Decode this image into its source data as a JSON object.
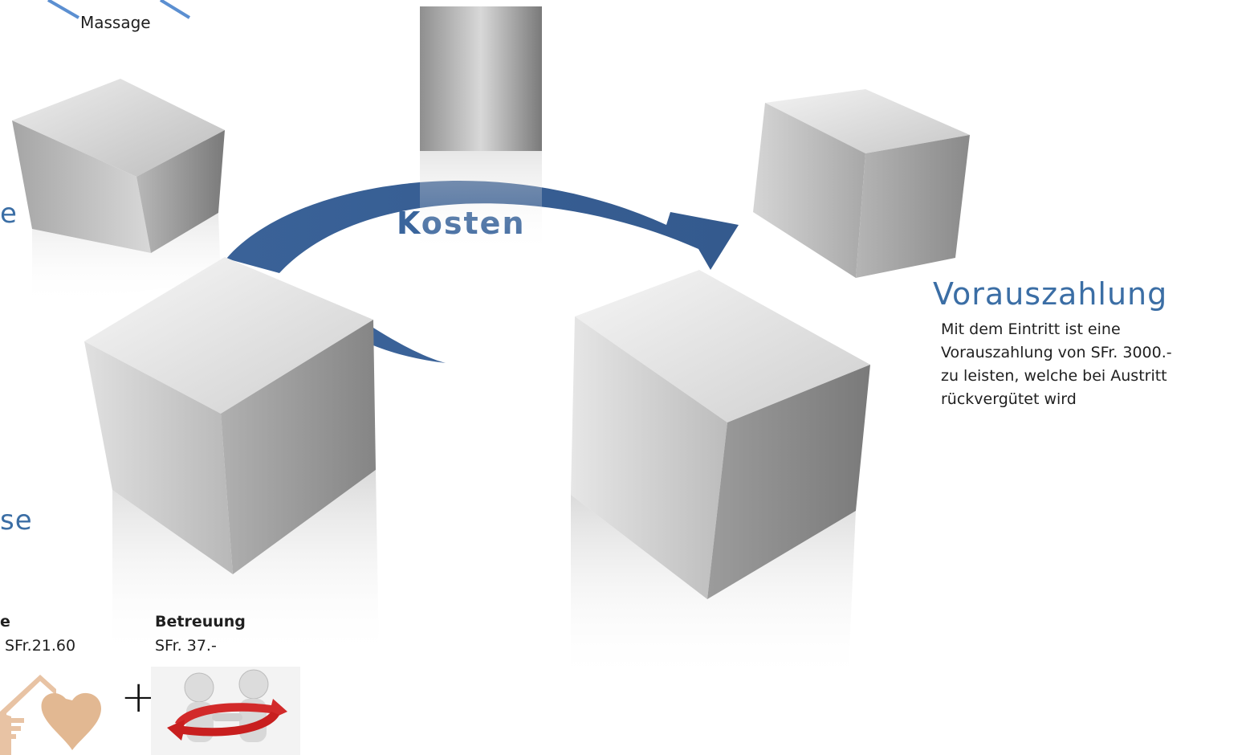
{
  "diagram": {
    "center_label": "Kosten",
    "top_left_label": "Massage",
    "right_title": "Vorauszahlung",
    "right_text": [
      "Mit dem Eintritt ist eine",
      "Vorauszahlung von SFr. 3000.-",
      "zu leisten, welche bei Austritt",
      "rückvergütet wird"
    ],
    "partial_titles": [
      "e",
      "se"
    ],
    "left_item": {
      "title": "e",
      "price": "SFr.21.60"
    },
    "betreuung": {
      "title": "Betreuung",
      "price": "SFr. 37.-"
    },
    "plus": "+",
    "icons": [
      "house-heart-icon",
      "handshake-people-icon"
    ]
  },
  "colors": {
    "arrow": "#3a6298",
    "title_blue": "#3b6ea5",
    "icon_peach": "#e8c3a4",
    "icon_red": "#d22a2a"
  }
}
